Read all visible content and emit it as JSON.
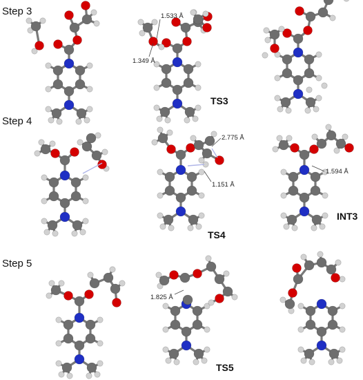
{
  "colors": {
    "carbon": "#6e6e6e",
    "hydrogen": "#d2d2d2",
    "oxygen": "#d40000",
    "nitrogen": "#1f2fc4",
    "bond": "#7a7a7a",
    "leader": "#444444",
    "interaction": "#b0b6e8"
  },
  "steps": [
    {
      "label": "Step 3"
    },
    {
      "label": "Step 4"
    },
    {
      "label": "Step 5"
    }
  ],
  "structures": {
    "ts3": {
      "label": "TS3"
    },
    "ts4": {
      "label": "TS4"
    },
    "int3": {
      "label": "INT3"
    },
    "ts5": {
      "label": "TS5"
    }
  },
  "distances": {
    "ts3_upper": "1.533 Å",
    "ts3_lower": "1.349 Å",
    "ts4_upper": "2.775 Å",
    "ts4_lower": "1.151 Å",
    "int3": "1.594 Å",
    "ts5": "1.825 Å"
  }
}
